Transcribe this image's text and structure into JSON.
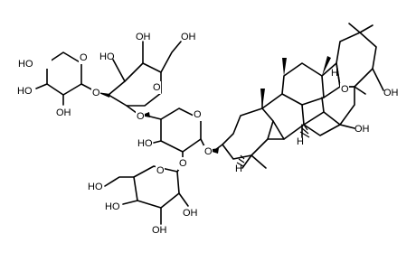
{
  "figure": {
    "title": "",
    "atom_labels": {
      "hydroxyl": "OH",
      "hydroxyl_left": "HO",
      "oxygen": "O",
      "hydrogen": "H"
    }
  }
}
